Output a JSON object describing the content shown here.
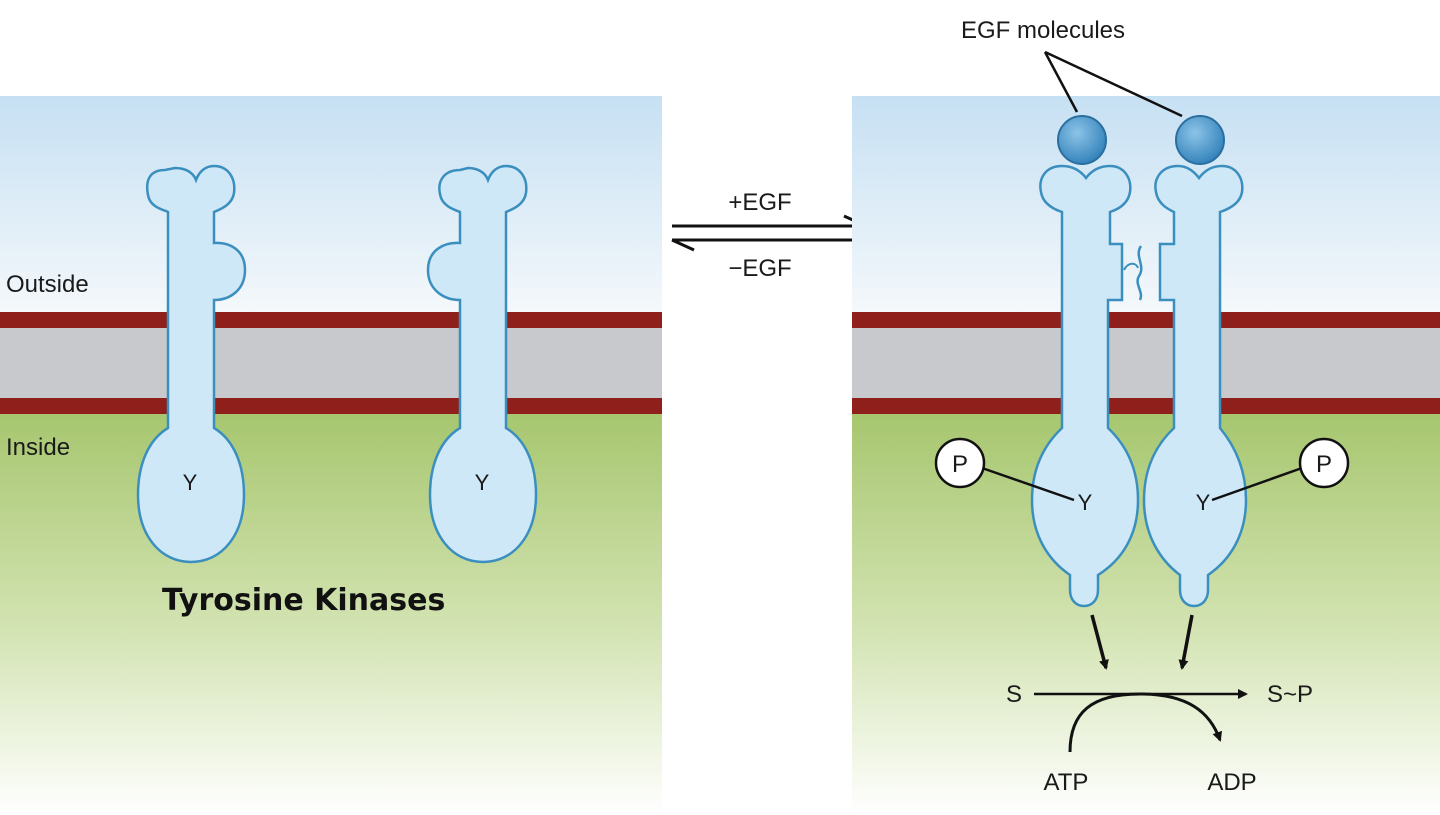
{
  "labels": {
    "outside": "Outside",
    "inside": "Inside",
    "caption": "Tyrosine Kinases",
    "egf_molecules": "EGF molecules",
    "plus_egf": "+EGF",
    "minus_egf": "−EGF",
    "tyrosine": "Y",
    "phosphate": "P",
    "substrate": "S",
    "product": "S~P",
    "atp": "ATP",
    "adp": "ADP"
  },
  "colors": {
    "receptor_fill": "#cfe8f7",
    "receptor_stroke": "#3b8fbe",
    "membrane_edge": "#8e1f1a",
    "membrane_core": "#c8c9cc",
    "outside_top": "#bfdcf0",
    "inside_green": "#a9c873",
    "egf_ball": "#4a9ad0"
  }
}
